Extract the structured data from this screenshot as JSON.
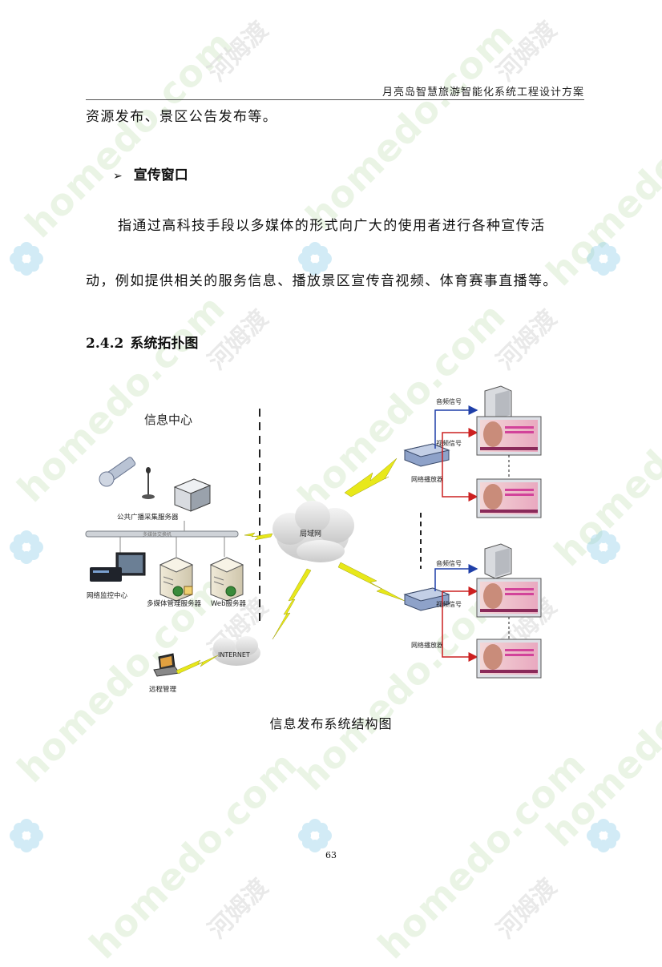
{
  "header": {
    "title": "月亮岛智慧旅游智能化系统工程设计方案"
  },
  "body": {
    "line1": "资源发布、景区公告发布等。",
    "bullet_marker": "➢",
    "bullet_title": "宣传窗口",
    "para_line1": "指通过高科技手段以多媒体的形式向广大的使用者进行各种宣传活",
    "para_line2": "动，例如提供相关的服务信息、播放景区宣传音视频、体育赛事直播等。"
  },
  "section": {
    "number": "2.4.2",
    "title": "系统拓扑图"
  },
  "diagram": {
    "info_center": "信息中心",
    "broadcast_server": "公共广播采集服务器",
    "switch_label": "多媒体交换机",
    "monitor_center": "网络监控中心",
    "media_server": "多媒体管理服务器",
    "web_server": "Web服务器",
    "lan": "局域网",
    "internet": "INTERNET",
    "remote": "远程管理",
    "audio_signal": "音频信号",
    "video_signal": "视频信号",
    "player": "网络播放器",
    "colors": {
      "audio_line": "#1f3fa8",
      "video_line": "#cc2020",
      "lightning": "#e8e81a"
    }
  },
  "caption": "信息发布系统结构图",
  "page_number": "63",
  "watermark": {
    "site": "homedo.com",
    "brand": "河姆渡"
  }
}
